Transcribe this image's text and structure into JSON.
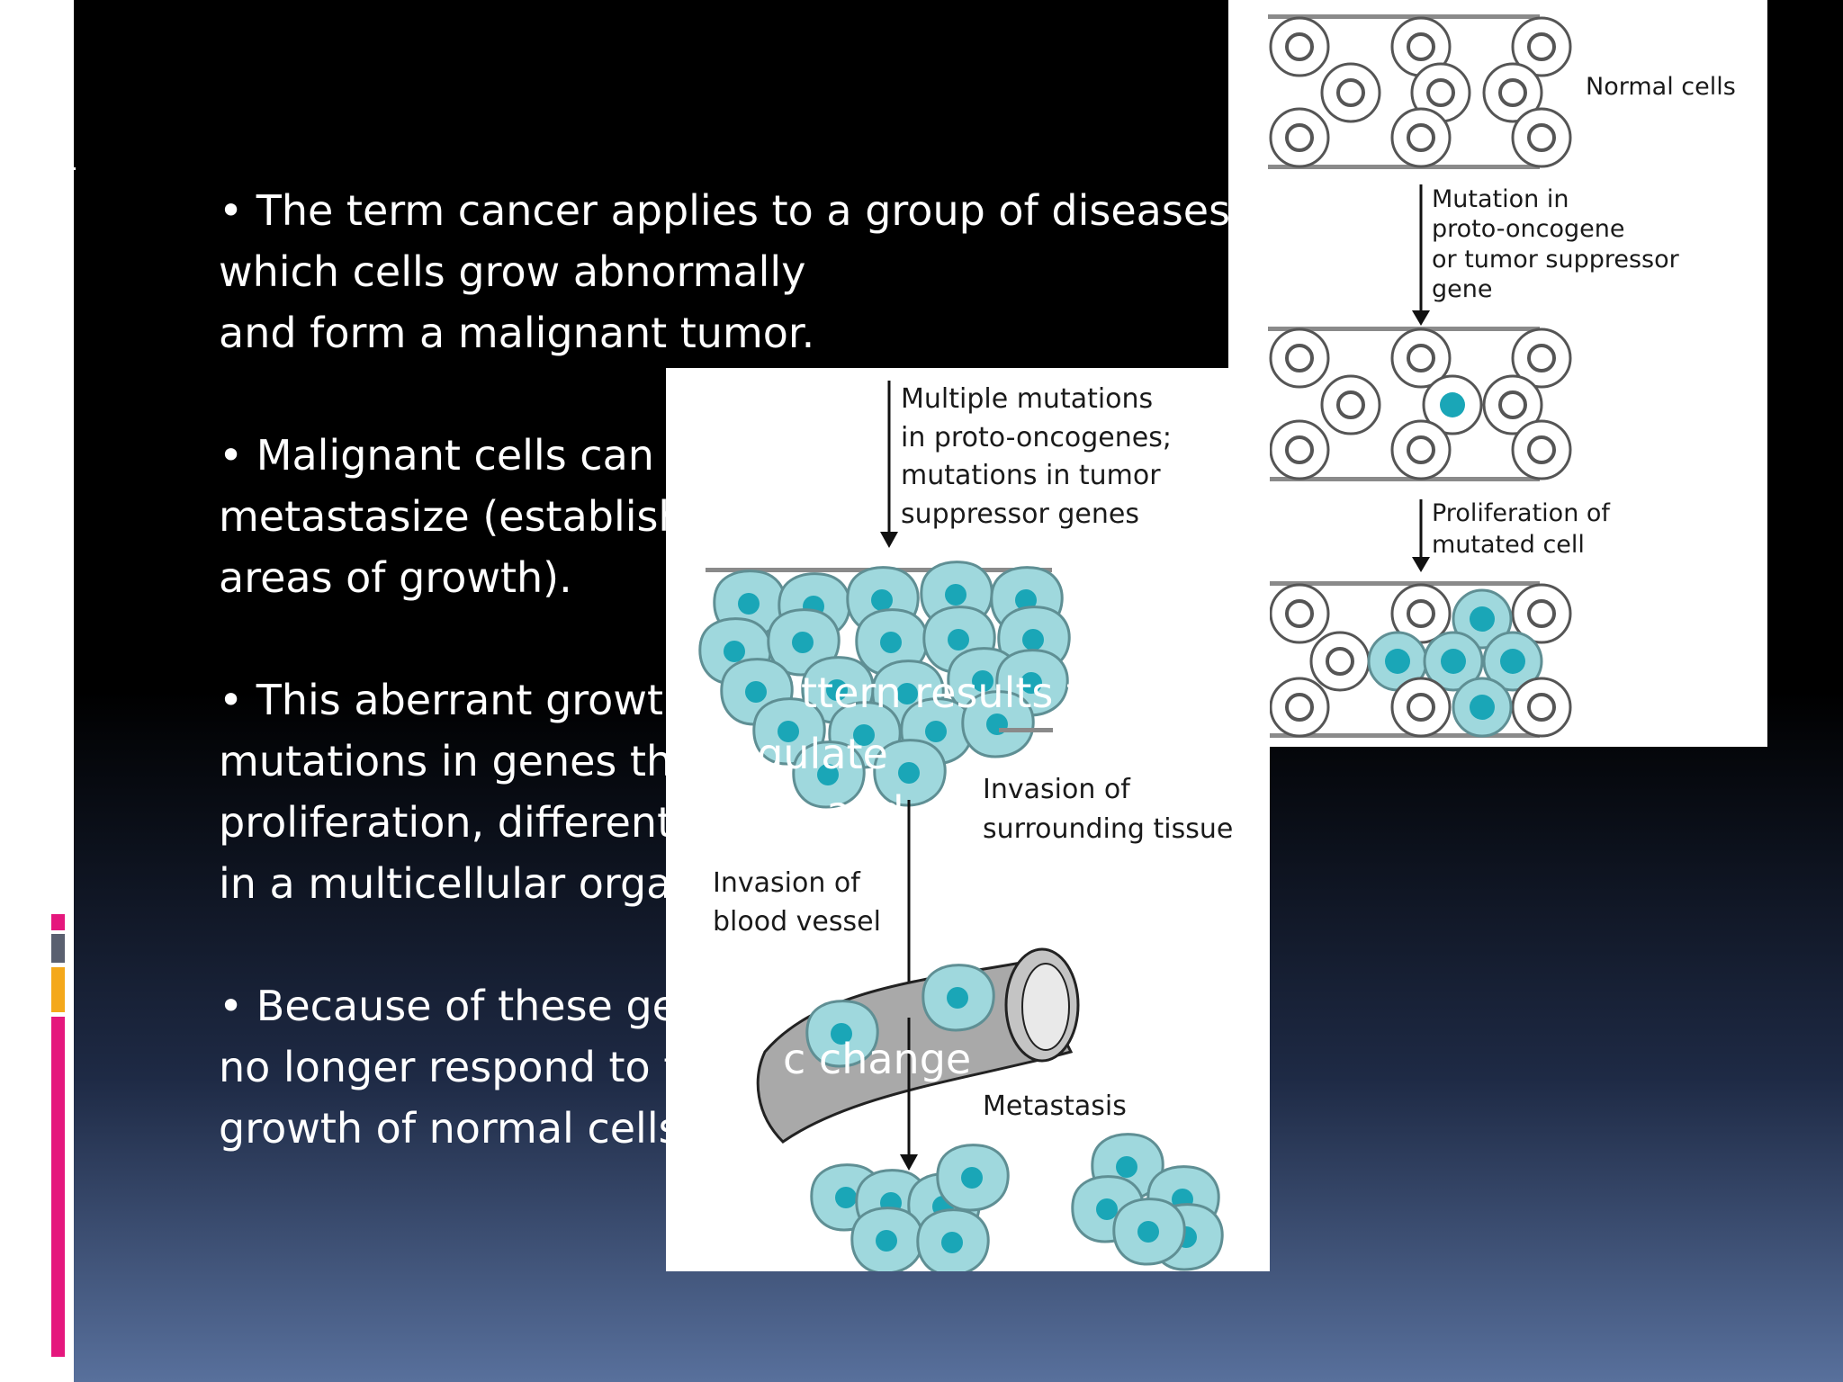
{
  "slide": {
    "bullets": [
      "• The term cancer applies to a group of diseases in which cells grow abnormally and form a malignant tumor.",
      "•  Malignant cells can invade nearby tissues and metastasize (establish new areas of growth).",
      "• This aberrant growth pattern results from mutations in genes that regulate proliferation, differentiation, and survival in a multicellular organism.",
      "• Because of these genetic changes, the cells no longer respond to the signals that govern growth of normal cells."
    ],
    "bullet_lines": [
      [
        "• The term cancer applies to a group of diseases in",
        "which cells grow abnormally",
        "and form a malignant tumor."
      ],
      [
        "•  Malignant cells can invade nearby tissues and",
        "metastasize (establish new",
        "areas of growth)."
      ],
      [
        "• This aberrant growth pattern results from",
        "mutations in genes that regulate",
        "proliferation, differentiation, and survival",
        "in a multicellular organism."
      ],
      [
        "• Because of these genetic changes, the cells",
        "no longer respond to the signals that govern",
        "growth of normal cells."
      ]
    ],
    "overlay_fragments": {
      "results_from": "ttern results fro",
      "regulate": "regulate",
      "and": "and",
      "changes": "c change"
    }
  },
  "figure_right": {
    "labels": {
      "normal_cells": "Normal cells",
      "mutation_step": [
        "Mutation in",
        "proto-oncogene",
        "or tumor suppressor",
        "gene"
      ],
      "proliferation_step": [
        "Proliferation of",
        "mutated cell"
      ]
    }
  },
  "figure_center": {
    "labels": {
      "multiple_mutations": [
        "Multiple mutations",
        "in proto-oncogenes;",
        "mutations in tumor",
        "suppressor genes"
      ],
      "invasion_tissue": [
        "Invasion of",
        "surrounding tissue"
      ],
      "invasion_vessel": [
        "Invasion of",
        "blood vessel"
      ],
      "metastasis": "Metastasis"
    }
  },
  "colors": {
    "cell_fill": "#9fd8dd",
    "nucleus": "#1aa6b7",
    "cell_stroke": "#5f8f94",
    "accent_pink": "#e5177d",
    "accent_orange": "#f4a81a",
    "accent_gray": "#5a6070"
  }
}
